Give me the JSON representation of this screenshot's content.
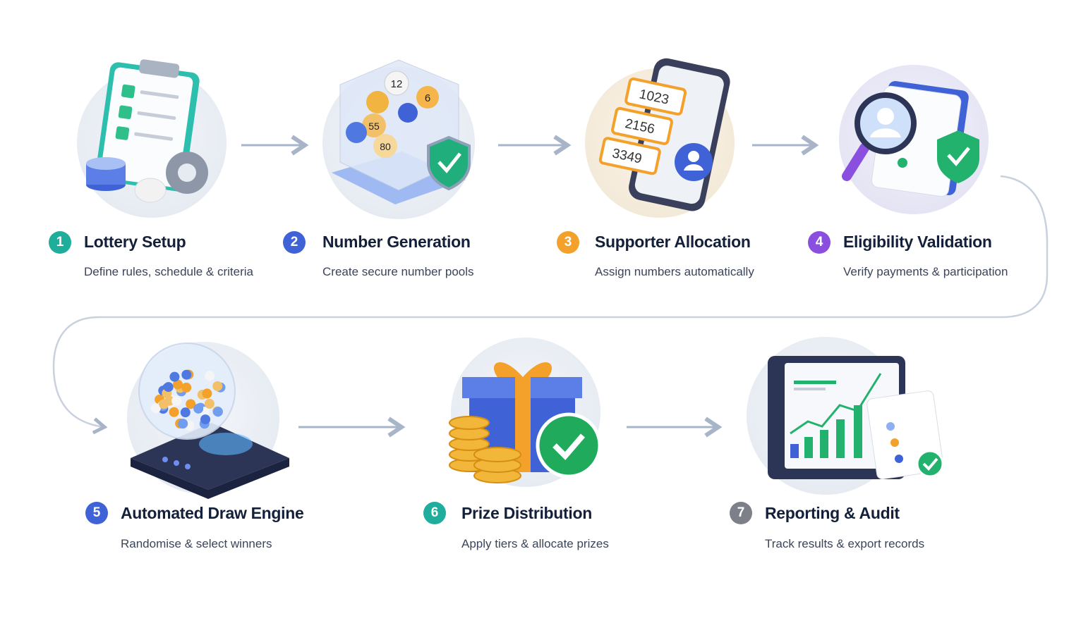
{
  "colors": {
    "teal": "#1fae9c",
    "blue": "#3f63d6",
    "orange": "#f3a12b",
    "purple": "#8b4fe0",
    "gray": "#7d8088",
    "arrow": "#a8b4c8",
    "title": "#14203a"
  },
  "steps": [
    {
      "number": "1",
      "title": "Lottery Setup",
      "description": "Define rules, schedule & criteria",
      "icon": "clipboard-checklist-icon"
    },
    {
      "number": "2",
      "title": "Number Generation",
      "description": "Create secure number pools",
      "icon": "number-cube-shield-icon",
      "numbers": [
        "12",
        "6",
        "55",
        "80"
      ]
    },
    {
      "number": "3",
      "title": "Supporter Allocation",
      "description": "Assign numbers automatically",
      "icon": "phone-tickets-icon",
      "numbers": [
        "1023",
        "2156",
        "3349"
      ]
    },
    {
      "number": "4",
      "title": "Eligibility Validation",
      "description": "Verify payments & participation",
      "icon": "magnifier-shield-icon"
    },
    {
      "number": "5",
      "title": "Automated Draw Engine",
      "description": "Randomise & select winners",
      "icon": "lottery-globe-icon"
    },
    {
      "number": "6",
      "title": "Prize Distribution",
      "description": "Apply tiers & allocate prizes",
      "icon": "gift-coins-icon"
    },
    {
      "number": "7",
      "title": "Reporting & Audit",
      "description": "Track results & export records",
      "icon": "dashboard-report-icon"
    }
  ]
}
